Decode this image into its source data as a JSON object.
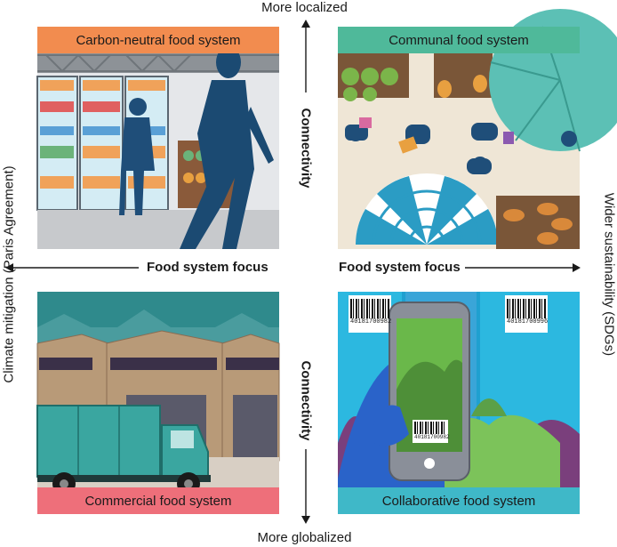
{
  "axes": {
    "top": "More localized",
    "bottom": "More globalized",
    "left": "Climate mitigation (Paris Agreement)",
    "right": "Wider sustainability (SDGs)",
    "connectivity_upper": "Connectivity",
    "connectivity_lower": "Connectivity",
    "focus_left": "Food system focus",
    "focus_right": "Food system focus"
  },
  "quadrants": {
    "top_left": {
      "label": "Carbon-neutral food system",
      "color": "#f28c4f"
    },
    "top_right": {
      "label": "Communal food system",
      "color": "#4fb99a"
    },
    "bottom_left": {
      "label": "Commercial food system",
      "color": "#ee6f7a"
    },
    "bottom_right": {
      "label": "Collaborative food system",
      "color": "#3fb8c8"
    }
  },
  "barcodes": {
    "left": "40181700982",
    "right": "40181700996",
    "phone": "40181700982"
  },
  "icons": [
    "up-arrow-icon",
    "down-arrow-icon",
    "left-arrow-icon",
    "right-arrow-icon"
  ]
}
